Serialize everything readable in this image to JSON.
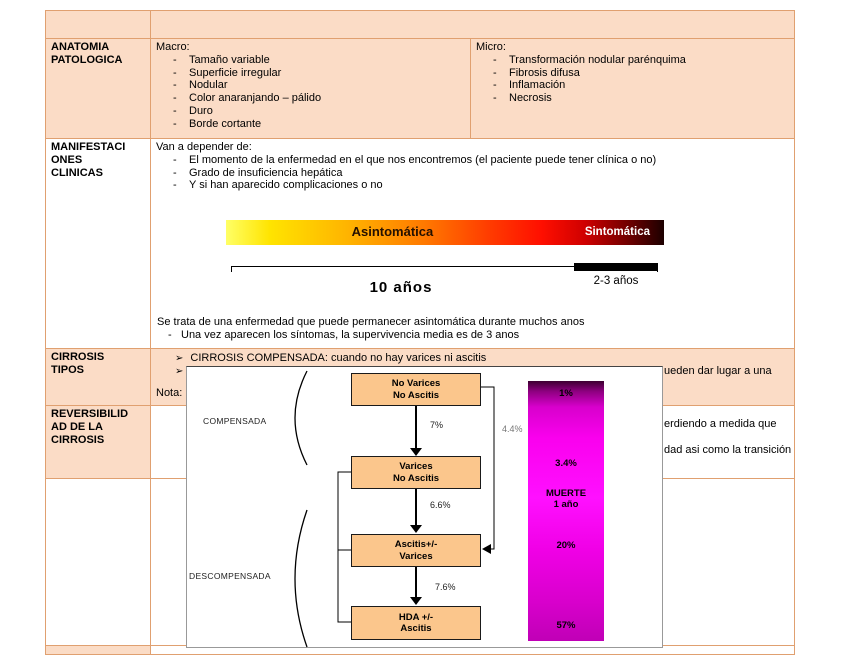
{
  "colors": {
    "peach_fill": "#fbdcc6",
    "table_border": "#e0a070",
    "stage_box_fill": "#fbc68c",
    "death_bar_magenta": "#ff10ff",
    "symptom_gradient_start": "#ffff66",
    "symptom_gradient_end": "#1c0000"
  },
  "rows": {
    "anatomia": {
      "header": "ANATOMIA\nPATOLOGICA",
      "macro_title": "Macro:",
      "macro_items": [
        "Tamaño variable",
        "Superficie irregular",
        "Nodular",
        "Color anaranjando – pálido",
        "Duro",
        "Borde cortante"
      ],
      "micro_title": "Micro:",
      "micro_items": [
        "Transformación nodular parénquima",
        "Fibrosis difusa",
        "Inflamación",
        "Necrosis"
      ]
    },
    "manifestaciones": {
      "header": "MANIFESTACI\nONES\nCLINICAS",
      "intro": "Van a depender de:",
      "items": [
        "El momento de la enfermedad en el que nos encontremos (el paciente puede tener clínica o no)",
        "Grado de insuficiencia hepática",
        "Y si han aparecido complicaciones o no"
      ],
      "gradient_left_label": "Asintomática",
      "gradient_right_label": "Sintomática",
      "timeline_left": "10 años",
      "timeline_right": "2-3 años",
      "outro": "Se trata de una enfermedad que puede permanecer asintomática durante muchos anos",
      "outro_item": "Una vez aparecen los síntomas, la supervivencia media es de 3 anos"
    },
    "cirrosis_tipos": {
      "header": "CIRROSIS\nTIPOS",
      "item1": "CIRROSIS COMPENSADA:  cuando no hay varices ni ascitis",
      "item2_visible_fragment": "ueden dar lugar a una",
      "nota_label": "Nota:"
    },
    "reversibilidad": {
      "header": "REVERSIBILID\nAD DE LA\nCIRROSIS",
      "fragment1": "erdiendo a medida que",
      "fragment2": "dad asi como la transición de"
    }
  },
  "diagram": {
    "stage_boxes": [
      "No Varices\nNo Ascitis",
      "Varices\nNo Ascitis",
      "Ascitis+/-\nVarices",
      "HDA +/-\nAscitis"
    ],
    "transition_labels": {
      "t1": "7%",
      "t2": "6.6%",
      "t3": "7.6%",
      "skip": "4.4%"
    },
    "group_compensada": "COMPENSADA",
    "group_descompensada": "DESCOMPENSADA",
    "death_bar": {
      "p1": "1%",
      "p2": "3.4%",
      "muerte": "MUERTE\n1 año",
      "p3": "20%",
      "p4": "57%"
    }
  }
}
